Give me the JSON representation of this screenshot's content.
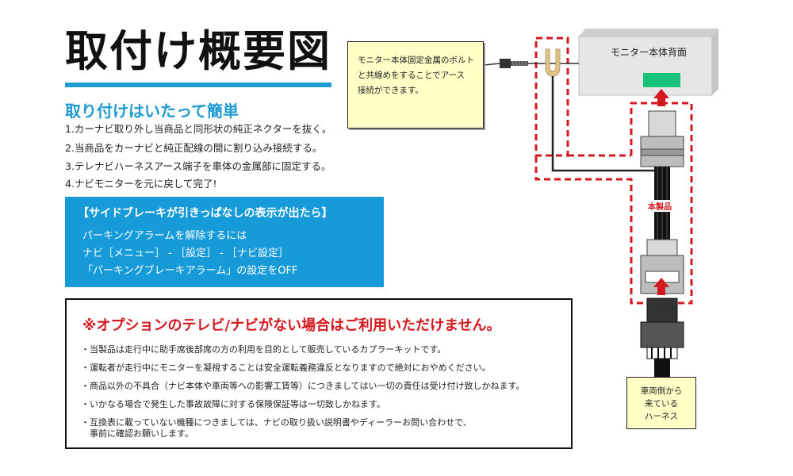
{
  "header": {
    "title": "取付け概要図",
    "subtitle": "取り付けはいたって簡単"
  },
  "steps": [
    "1.カーナビ取り外し当商品と同形状の純正ネクターを抜く。",
    "2.当商品をカーナビと純正配線の間に割り込み接続する。",
    "3.テレナビハーネスアース端子を車体の金属部に固定する。",
    "4.ナビモニターを元に戻して完了!"
  ],
  "side_brake_box": {
    "heading": "【サイドブレーキが引きっぱなしの表示が出たら】",
    "lines": [
      "パーキングアラームを解除するには",
      "ナビ［メニュー］ - ［設定］ - ［ナビ設定］",
      "「パーキングブレーキアラーム」の設定をOFF"
    ]
  },
  "warning_box": {
    "heading": "※オプションのテレビ/ナビがない場合はご利用いただけません。",
    "items": [
      "・当製品は走行中に助手席後部席の方の利用を目的として販売しているカプラーキットです。",
      "・運転者が走行中にモニターを凝視することは安全運転義務違反となりますので絶対におやめください。",
      "・商品以外の不具合（ナビ本体や車両等への影響工賃等）につきましてはい一切の責任は受け付け致しかねます。",
      "・いかなる場合で発生した事故故障に対する保険保証等は一切致しかねます。",
      "・互換表に載っていない機種につきましては、ナビの取り扱い説明書やディーラーお問い合わせで、",
      "　事前に確認お願いします。"
    ]
  },
  "diagram": {
    "note_lines": [
      "モニター本体固定金属のボルト",
      "と共線めをすることでアース",
      "接続ができます。"
    ],
    "monitor_label": "モニター本体背面",
    "product_label": "本製品",
    "harness_lines": [
      "車両側から",
      "来ている",
      "ハーネス"
    ],
    "colors": {
      "accent_blue": "#169ad8",
      "dash_red": "#d4181f",
      "note_yellow": "#ffffc6",
      "monitor_connector_green": "#16c27a",
      "ground_terminal": "#e0c48a"
    }
  }
}
